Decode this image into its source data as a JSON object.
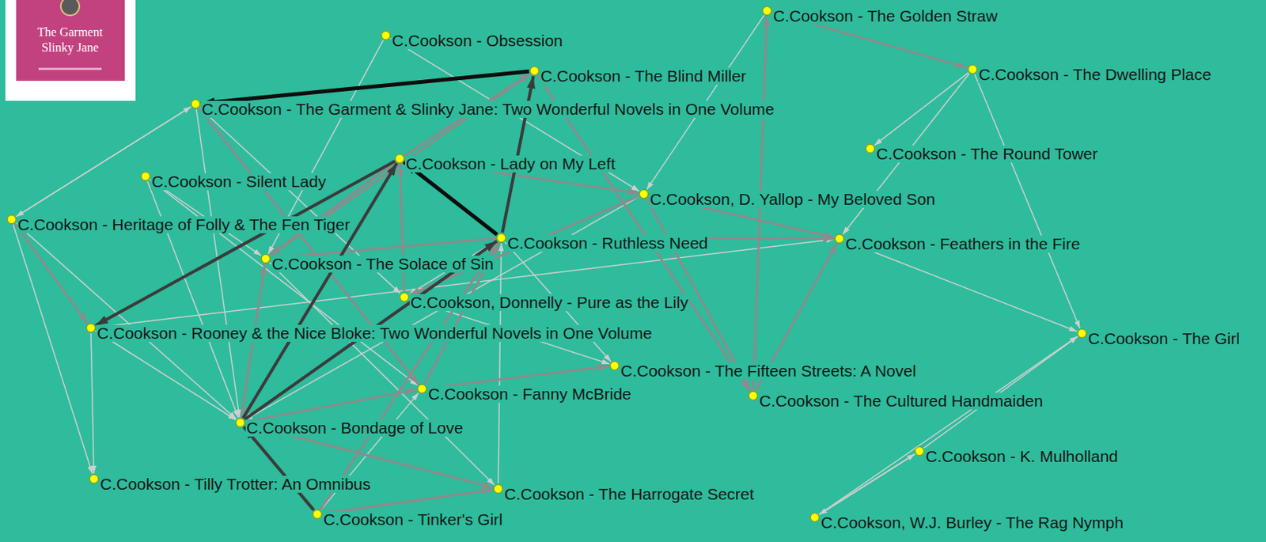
{
  "diagram": {
    "nodes": [
      {
        "text": [
          "C.Cookson - Obsession"
        ]
      },
      {
        "text": [
          "C.Cookson - The Blind Miller"
        ]
      },
      {
        "text": [
          "C.Cookson - The Garment & Slinky Jane: Two Wonderful Novels in One Volume"
        ]
      },
      {
        "text": [
          "C.Cookson - Lady on My Left"
        ]
      },
      {
        "text": [
          "C.Cookson - Silent Lady"
        ]
      },
      {
        "text": [
          "C.Cookson - Heritage of Folly & The Fen Tiger"
        ]
      },
      {
        "text": [
          "C.Cookson, D. Yallop - My Beloved Son"
        ]
      },
      {
        "text": [
          "C.Cookson - Ruthless Need"
        ]
      },
      {
        "text": [
          "C.Cookson - The Solace of Sin"
        ]
      },
      {
        "text": [
          "C.Cookson, Donnelly - Pure as the Lily"
        ]
      },
      {
        "text": [
          "C.Cookson - Rooney & the Nice Bloke: Two Wonderful Novels in One Volume"
        ]
      },
      {
        "text": [
          "C.Cookson - The Fifteen Streets: A Novel"
        ]
      },
      {
        "text": [
          "C.Cookson - Fanny McBride"
        ]
      },
      {
        "text": [
          "C.Cookson - Bondage of Love"
        ]
      },
      {
        "text": [
          "C.Cookson - Tilly Trotter: An Omnibus"
        ]
      },
      {
        "text": [
          "C.Cookson - The Harrogate Secret"
        ]
      },
      {
        "text": [
          "C.Cookson - Tinker's Girl"
        ]
      },
      {
        "text": [
          "C.Cookson - The Golden Straw"
        ]
      },
      {
        "text": [
          "C.Cookson - The Dwelling Place"
        ]
      },
      {
        "text": [
          "C.Cookson - The Round Tower"
        ]
      },
      {
        "text": [
          "C.Cookson - Feathers in the Fire"
        ]
      },
      {
        "text": [
          "C.Cookson - The Cultured Handmaiden"
        ]
      },
      {
        "text": [
          "C.Cookson - The Girl"
        ]
      },
      {
        "text": [
          "C.Cookson - K. Mulholland"
        ]
      },
      {
        "text": [
          "C.Cookson, W.J. Burley - The Rag Nymph"
        ]
      }
    ],
    "edges": [
      {
        "from": 1,
        "to": 2,
        "arrow": "to"
      },
      {
        "from": 7,
        "to": 1,
        "arrow": "to"
      },
      {
        "from": 7,
        "to": 3,
        "arrow": "to"
      },
      {
        "from": 3,
        "to": 10,
        "arrow": "to"
      },
      {
        "from": 13,
        "to": 3,
        "arrow": "to"
      },
      {
        "from": 13,
        "to": 7,
        "arrow": "to"
      },
      {
        "from": 16,
        "to": 13,
        "arrow": "to"
      },
      {
        "from": 3,
        "to": 6,
        "arrow": "to"
      },
      {
        "from": 3,
        "to": 1,
        "arrow": "to"
      },
      {
        "from": 6,
        "to": 20,
        "arrow": "to"
      },
      {
        "from": 7,
        "to": 20,
        "arrow": "to"
      },
      {
        "from": 21,
        "to": 17,
        "arrow": "to"
      },
      {
        "from": 21,
        "to": 20,
        "arrow": "to"
      },
      {
        "from": 1,
        "to": 21,
        "arrow": "to"
      },
      {
        "from": 5,
        "to": 10,
        "arrow": "to"
      },
      {
        "from": 3,
        "to": 8,
        "arrow": "to"
      },
      {
        "from": 8,
        "to": 3,
        "arrow": "to"
      },
      {
        "from": 13,
        "to": 8,
        "arrow": "to"
      },
      {
        "from": 8,
        "to": 1,
        "arrow": "to"
      },
      {
        "from": 12,
        "to": 11,
        "arrow": "to"
      },
      {
        "from": 13,
        "to": 12,
        "arrow": "to"
      },
      {
        "from": 13,
        "to": 15,
        "arrow": "to"
      },
      {
        "from": 16,
        "to": 15,
        "arrow": "to"
      },
      {
        "from": 15,
        "to": 16,
        "arrow": "to"
      },
      {
        "from": 7,
        "to": 13,
        "arrow": "to"
      },
      {
        "from": 6,
        "to": 9,
        "arrow": "to"
      },
      {
        "from": 7,
        "to": 8,
        "arrow": "to"
      },
      {
        "from": 9,
        "to": 3,
        "arrow": "to"
      },
      {
        "from": 3,
        "to": 13,
        "arrow": "to"
      },
      {
        "from": 12,
        "to": 7,
        "arrow": "to"
      },
      {
        "from": 16,
        "to": 7,
        "arrow": "to"
      },
      {
        "from": 2,
        "to": 13,
        "arrow": "to"
      },
      {
        "from": 2,
        "to": 12,
        "arrow": "to"
      },
      {
        "from": 6,
        "to": 21,
        "arrow": "to"
      },
      {
        "from": 17,
        "to": 18,
        "arrow": "to"
      },
      {
        "from": 17,
        "to": 6,
        "arrow": "to"
      },
      {
        "from": 18,
        "to": 19,
        "arrow": "to"
      },
      {
        "from": 18,
        "to": 20,
        "arrow": "to"
      },
      {
        "from": 18,
        "to": 22,
        "arrow": "to"
      },
      {
        "from": 20,
        "to": 22,
        "arrow": "to"
      },
      {
        "from": 23,
        "to": 22,
        "arrow": "to"
      },
      {
        "from": 24,
        "to": 22,
        "arrow": "to"
      },
      {
        "from": 23,
        "to": 24,
        "arrow": "to"
      },
      {
        "from": 24,
        "to": 23,
        "arrow": "to"
      },
      {
        "from": 5,
        "to": 2,
        "arrow": "to"
      },
      {
        "from": 2,
        "to": 5,
        "arrow": "to"
      },
      {
        "from": 5,
        "to": 14,
        "arrow": "to"
      },
      {
        "from": 10,
        "to": 14,
        "arrow": "to"
      },
      {
        "from": 5,
        "to": 13,
        "arrow": "to"
      },
      {
        "from": 4,
        "to": 8,
        "arrow": "to"
      },
      {
        "from": 4,
        "to": 12,
        "arrow": "to"
      },
      {
        "from": 4,
        "to": 13,
        "arrow": "to"
      },
      {
        "from": 0,
        "to": 8,
        "arrow": "to"
      },
      {
        "from": 0,
        "to": 6,
        "arrow": "to"
      },
      {
        "from": 2,
        "to": 9,
        "arrow": "to"
      },
      {
        "from": 8,
        "to": 15,
        "arrow": "to"
      },
      {
        "from": 9,
        "to": 11,
        "arrow": "to"
      },
      {
        "from": 7,
        "to": 11,
        "arrow": "to"
      },
      {
        "from": 10,
        "to": 13,
        "arrow": "to"
      },
      {
        "from": 10,
        "to": 20,
        "arrow": "to"
      },
      {
        "from": 15,
        "to": 7,
        "arrow": "to"
      },
      {
        "from": 16,
        "to": 12,
        "arrow": "to"
      },
      {
        "from": 6,
        "to": 13,
        "arrow": "to"
      },
      {
        "from": 7,
        "to": 9,
        "arrow": "to"
      }
    ],
    "labels": [
      "The Garment Slinky Jane"
    ]
  }
}
